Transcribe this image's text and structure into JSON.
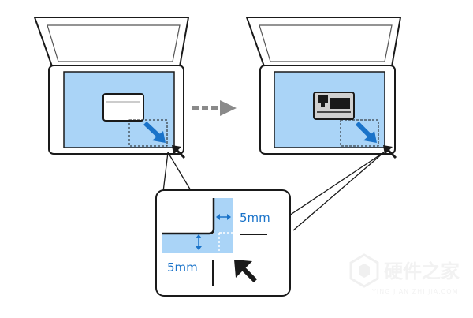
{
  "labels": {
    "top_margin": "5mm",
    "left_margin": "5mm"
  },
  "watermark": {
    "title": "硬件之家",
    "subtitle": "YING JIAN ZHI JIA.COM"
  },
  "colors": {
    "glass_blue": "#aad4f7",
    "arrow_blue": "#1a73c9",
    "outline": "#1a1a1a",
    "gray_arrow": "#8a8a8a"
  }
}
